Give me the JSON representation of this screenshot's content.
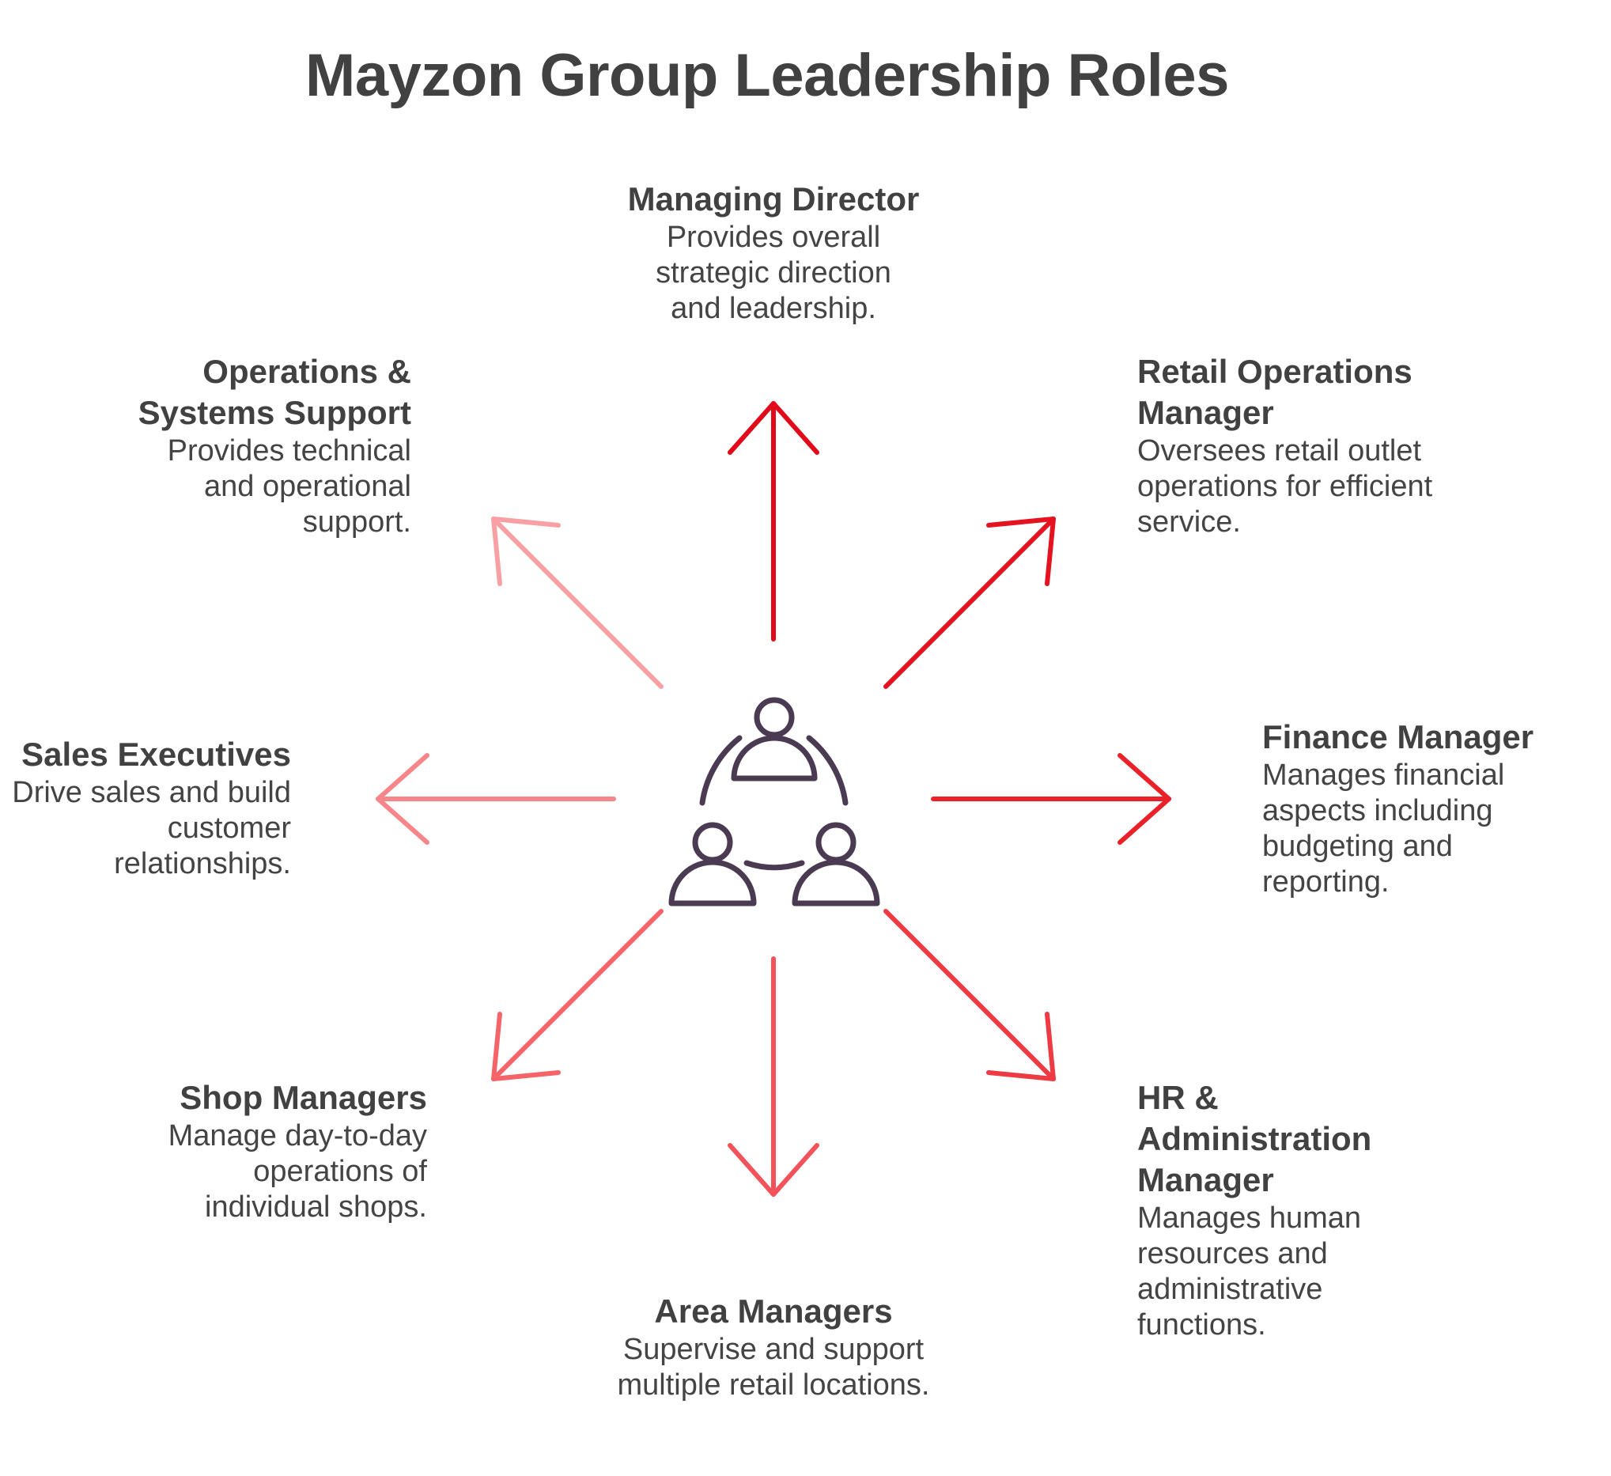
{
  "title": "Mayzon Group Leadership Roles",
  "colors": {
    "text": "#414141",
    "icon": "#4a3b52",
    "arrow_managing_director": "#e1091a",
    "arrow_retail_operations": "#e5121f",
    "arrow_finance": "#ea2129",
    "arrow_hr": "#ee3a42",
    "arrow_area": "#f25259",
    "arrow_shop": "#f46469",
    "arrow_sales": "#f7868a",
    "arrow_ops_support": "#f9a0a4"
  },
  "center_icon": "team-people-icon",
  "roles": {
    "managing_director": {
      "title": "Managing Director",
      "description": "Provides overall strategic direction and leadership."
    },
    "retail_operations": {
      "title": "Retail Operations Manager",
      "description": "Oversees retail outlet operations for efficient service."
    },
    "finance": {
      "title": "Finance Manager",
      "description": "Manages financial aspects including budgeting and reporting."
    },
    "hr_admin": {
      "title": "HR & Administration Manager",
      "description": "Manages human resources and administrative functions."
    },
    "area": {
      "title": "Area Managers",
      "description": "Supervise and support multiple retail locations."
    },
    "shop": {
      "title": "Shop Managers",
      "description": "Manage day-to-day operations of individual shops."
    },
    "sales": {
      "title": "Sales Executives",
      "description": "Drive sales and build customer relationships."
    },
    "ops_support": {
      "title": "Operations & Systems Support",
      "description": "Provides technical and operational support."
    }
  }
}
